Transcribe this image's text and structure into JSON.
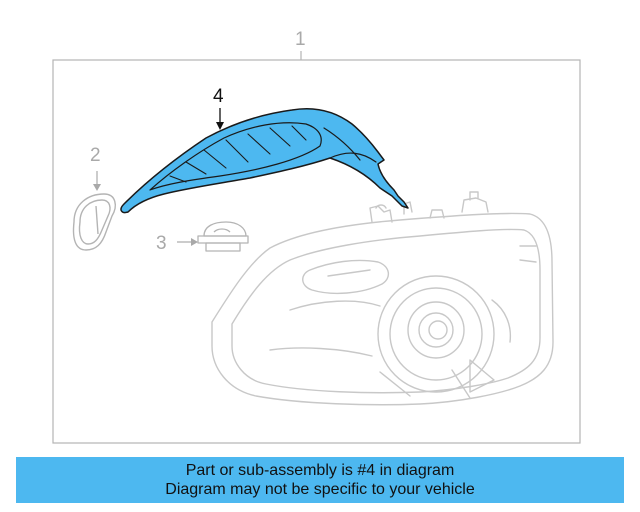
{
  "callouts": {
    "assembly": "1",
    "part2": "2",
    "part3": "3",
    "part4": "4"
  },
  "banner": {
    "line1": "Part or sub-assembly is #4 in diagram",
    "line2": "Diagram may not be specific to your vehicle"
  },
  "colors": {
    "highlight": "#4db8f0",
    "outline": "#c8c8c8",
    "box": "#b4b4b4",
    "callout_dim": "#a9a9a9",
    "ink": "#111111"
  }
}
